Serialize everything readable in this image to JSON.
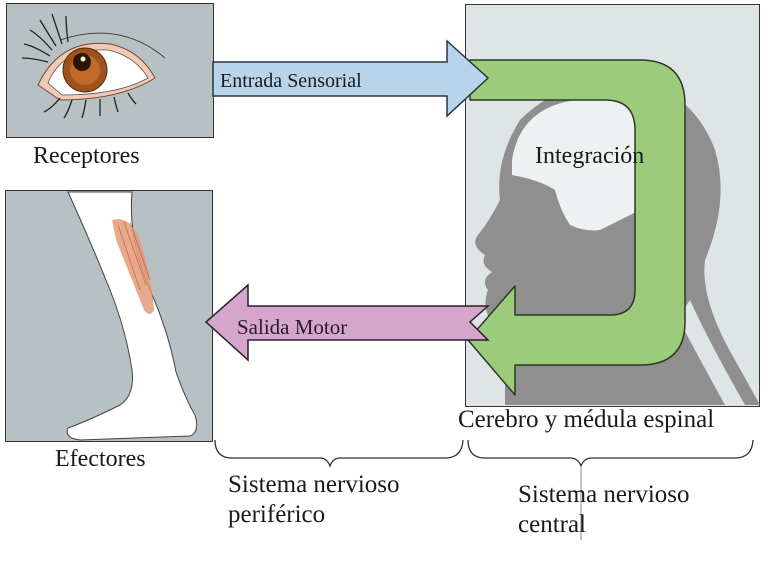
{
  "title": "Organización del sistema nervioso",
  "panels": {
    "receptors": {
      "label": "Receptores",
      "icon": "eye-illustration"
    },
    "effectors": {
      "label": "Efectores",
      "icon": "leg-muscle-illustration"
    },
    "cns": {
      "label": "Cerebro y médula espinal",
      "icon": "head-silhouette-illustration"
    }
  },
  "arrows": {
    "sensory": {
      "label": "Entrada Sensorial",
      "direction": "right",
      "color": "#b8d4ea"
    },
    "integration": {
      "label": "Integración",
      "direction": "loop",
      "color": "#9ccb7c"
    },
    "motor": {
      "label": "Salida Motor",
      "direction": "left",
      "color": "#d4a6cc"
    }
  },
  "braces": {
    "peripheral": {
      "line1": "Sistema nervioso",
      "line2": "periférico"
    },
    "central": {
      "line1": "Sistema nervioso",
      "line2": "central"
    }
  },
  "colors": {
    "panel_gray": "#b7c0c3",
    "cns_bg": "#dfe5e7",
    "head_gray": "#8f8f8f",
    "brain_white": "#eef1f2"
  }
}
